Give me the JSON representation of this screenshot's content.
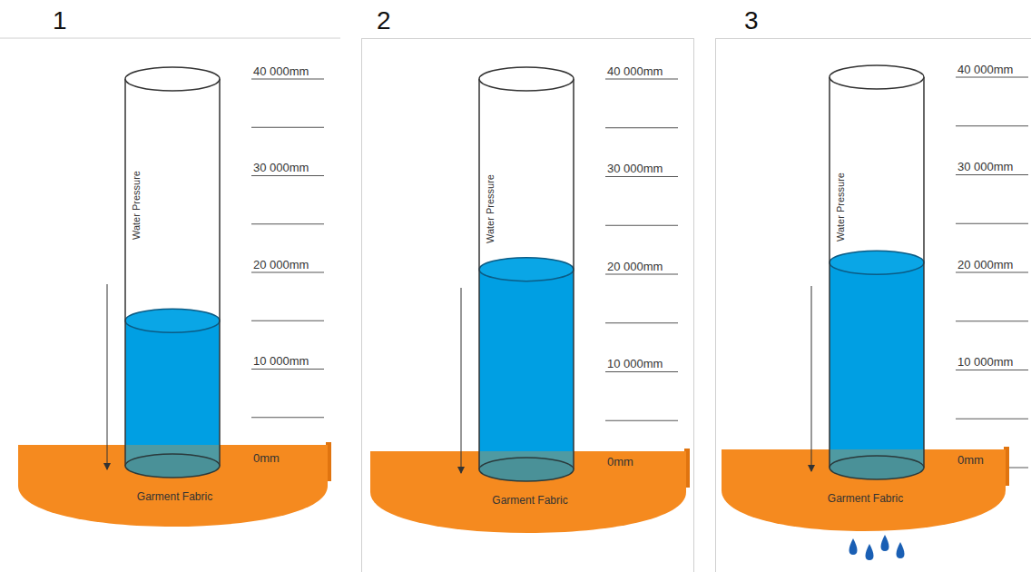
{
  "diagram": {
    "nodes": [
      {
        "text": [
          "Garment Fabric"
        ]
      },
      {
        "text": [
          "Garment Fabric"
        ]
      },
      {
        "text": [
          "Garment Fabric"
        ]
      }
    ],
    "labels": [
      "1",
      "2",
      "3",
      "40 000mm",
      "30 000mm",
      "20 000mm",
      "10 000mm",
      "0mm",
      "Water Pressure",
      "40 000mm",
      "30 000mm",
      "20 000mm",
      "10 000mm",
      "0mm",
      "Water Pressure",
      "40 000mm",
      "30 000mm",
      "20 000mm",
      "10 000mm",
      "0mm",
      "Water Pressure"
    ]
  }
}
